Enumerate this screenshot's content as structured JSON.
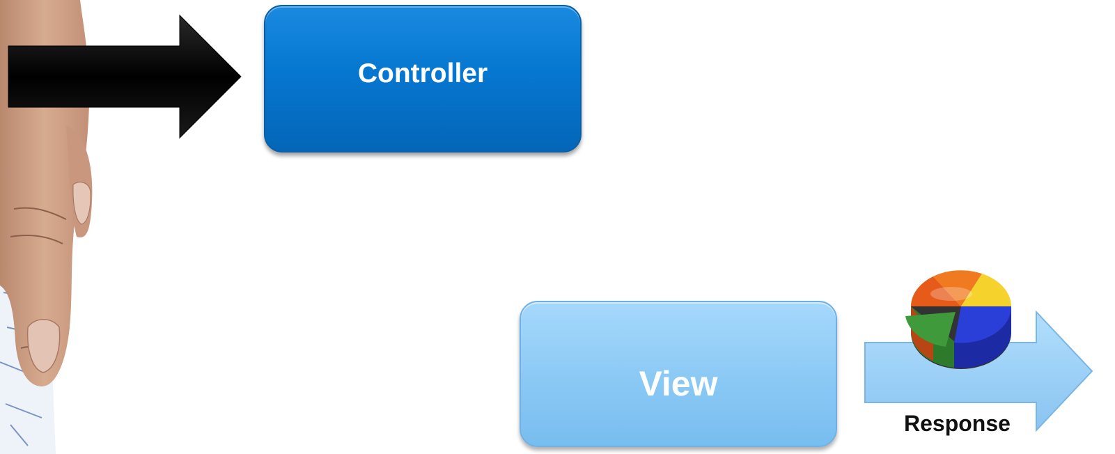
{
  "diagram": {
    "controller": {
      "label": "Controller",
      "color": "#0677D0"
    },
    "view": {
      "label": "View",
      "color": "#8CCAF5"
    },
    "response": {
      "label": "Response",
      "arrow_color": "#9FD3F8"
    },
    "input_arrow": {
      "color": "#000000"
    },
    "icons": {
      "hand": "hand-pointing-photo",
      "pie": "3d-pie-chart-icon"
    },
    "pie_colors": [
      "#f07a1f",
      "#f5d22c",
      "#2a3fd8",
      "#3e9a3a",
      "#e65a1a"
    ]
  }
}
